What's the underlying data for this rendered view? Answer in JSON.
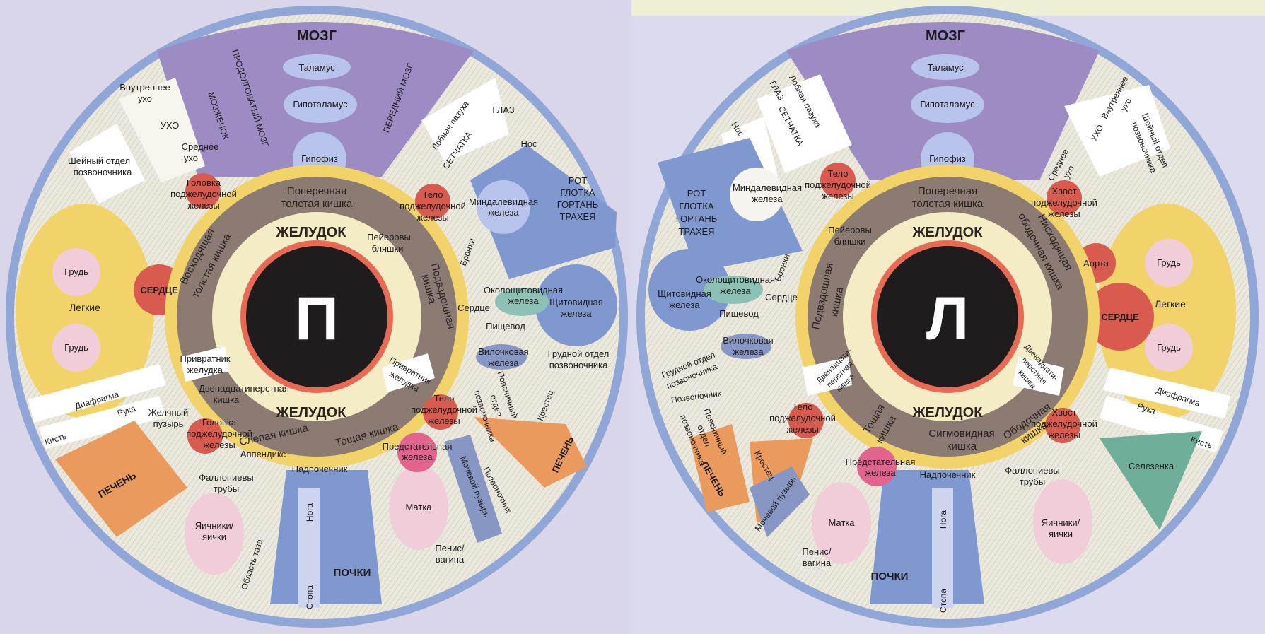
{
  "palette": {
    "background": "#dad8ec",
    "rim": "#8fa6d6",
    "face": "#ecebe2",
    "brain": "#9d8cc4",
    "brain_oval": "#b9c4ec",
    "yellow": "#f1d36a",
    "brown": "#8c7b72",
    "cream": "#f3ecc4",
    "pupil_ring": "#e86a55",
    "pupil": "#1e1c1d",
    "red": "#d95a4e",
    "pink": "#f0cdd8",
    "orange": "#ea9a5c",
    "blue": "#7f98cf",
    "slate": "#8796c2",
    "teal": "#6fae98",
    "light_blue": "#cdd5ee"
  },
  "right_iris": {
    "letter": "П",
    "brain": {
      "title": "МОЗГ",
      "thalamus": "Таламус",
      "hypothalamus": "Гипоталамус",
      "medulla": "ПРОДОЛГОВАТЫЙ МОЗГ",
      "cerebellum": "МОЗЖЕЧОК",
      "forebrain": "ПЕРЕДНИЙ МОЗГ",
      "pituitary": "Гипофиз"
    },
    "inner_ear_1": "Внутреннее",
    "inner_ear_2": "ухо",
    "middle_ear_1": "Среднее",
    "middle_ear_2": "ухо",
    "ear": "УХО",
    "neck_spine_1": "Шейный отдел",
    "neck_spine_2": "позвоночника",
    "sinus": "Лобная пазуха",
    "retina": "СЕТЧАТКА",
    "eye": "ГЛАЗ",
    "nose": "Нос",
    "mouth_1": "РОТ",
    "mouth_2": "ГЛОТКА",
    "mouth_3": "ГОРТАНЬ",
    "mouth_4": "ТРАХЕЯ",
    "tonsil_1": "Миндалевидная",
    "tonsil_2": "железа",
    "bronchi": "Бронхи",
    "parathyroid_1": "Околощитовидная",
    "parathyroid_2": "железа",
    "heart_small": "Сердце",
    "thyroid_1": "Щитовидная",
    "thyroid_2": "железа",
    "esophagus": "Пищевод",
    "thymus_1": "Вилочковая",
    "thymus_2": "железа",
    "chest_spine_1": "Грудной отдел",
    "chest_spine_2": "позвоночника",
    "lumbar_1": "Поясничный",
    "lumbar_2": "отдел",
    "lumbar_3": "позвоночника",
    "sacrum": "Крестец",
    "spine": "Позвоночник",
    "liver_small": "ПЕЧЕНЬ",
    "bladder": "Мочевой пузырь",
    "penis_1": "Пенис/",
    "penis_2": "вагина",
    "uterus": "Матка",
    "prostate_1": "Предстательная",
    "prostate_2": "железа",
    "adrenal": "Надпочечник",
    "kidneys": "ПОЧКИ",
    "leg": "Нога",
    "foot": "Стопа",
    "pelvis": "Область таза",
    "ovaries_1": "Яичники/",
    "ovaries_2": "яички",
    "tubes_1": "Фаллопиевы",
    "tubes_2": "трубы",
    "appendix": "Аппендикс",
    "liver": "ПЕЧЕНЬ",
    "hand": "Кисть",
    "arm": "Рука",
    "diaphragm": "Диафрагма",
    "gall_1": "Желчный",
    "gall_2": "пузырь",
    "pancreas_head_1": "Головка",
    "pancreas_head_2": "поджелудочной",
    "pancreas_head_3": "железы",
    "pancreas_body_1": "Тело",
    "pancreas_body_2": "поджелудочной",
    "pancreas_body_3": "железы",
    "lungs": "Легкие",
    "breast": "Грудь",
    "heart": "СЕРДЦЕ",
    "transverse_1": "Поперечная",
    "transverse_2": "толстая кишка",
    "ascending_1": "Восходящая",
    "ascending_2": "толстая кишка",
    "ileum_1": "Подвздошная",
    "ileum_2": "кишка",
    "blind": "Слепая кишка",
    "jejunum": "Тощая кишка",
    "stomach": "ЖЕЛУДОК",
    "pylorus_1": "Привратник",
    "pylorus_2": "желудка",
    "duodenum_1": "Двенадцатиперстная",
    "duodenum_2": "кишка",
    "peyer_1": "Пейеровы",
    "peyer_2": "бляшки"
  },
  "left_iris": {
    "letter": "Л",
    "brain": {
      "title": "МОЗГ",
      "thalamus": "Таламус",
      "hypothalamus": "Гипоталамус",
      "pituitary": "Гипофиз"
    },
    "eye": "ГЛАЗ",
    "sinus": "Лобная пазуха",
    "nose": "Нос",
    "retina": "СЕТЧАТКА",
    "inner_ear_1": "Внутреннее",
    "inner_ear_2": "ухо",
    "ear": "УХО",
    "middle_ear_1": "Среднее",
    "middle_ear_2": "ухо",
    "neck_spine_1": "Шейный отдел",
    "neck_spine_2": "позвоночника",
    "mouth_1": "РОТ",
    "mouth_2": "ГЛОТКА",
    "mouth_3": "ГОРТАНЬ",
    "mouth_4": "ТРАХЕЯ",
    "tonsil_1": "Миндалевидная",
    "tonsil_2": "железа",
    "pancreas_body_1": "Тело",
    "pancreas_body_2": "поджелудочной",
    "pancreas_body_3": "железы",
    "pancreas_tail_1": "Хвост",
    "pancreas_tail_2": "поджелудочной",
    "pancreas_tail_3": "железы",
    "bronchi": "Бронхи",
    "peyer_1": "Пейеровы",
    "peyer_2": "бляшки",
    "aorta": "Аорта",
    "breast": "Грудь",
    "lungs": "Легкие",
    "heart": "СЕРДЦЕ",
    "thyroid_1": "Щитовидная",
    "thyroid_2": "железа",
    "parathyroid_1": "Околощитовидная",
    "parathyroid_2": "железа",
    "heart_small": "Сердце",
    "esophagus": "Пищевод",
    "thymus_1": "Вилочковая",
    "thymus_2": "железа",
    "chest_spine_1": "Грудной отдел",
    "chest_spine_2": "позвоночника",
    "spine": "Позвоночник",
    "lumbar_1": "Поясничный",
    "lumbar_2": "отдел",
    "lumbar_3": "позвоночника",
    "sacrum": "Крестец",
    "liver": "ПЕЧЕНЬ",
    "bladder": "Мочевой пузырь",
    "uterus": "Матка",
    "penis_1": "Пенис/",
    "penis_2": "вагина",
    "prostate_1": "Предстательная",
    "prostate_2": "железа",
    "adrenal": "Надпочечник",
    "kidneys": "ПОЧКИ",
    "leg": "Нога",
    "foot": "Стопа",
    "tubes_1": "Фаллопиевы",
    "tubes_2": "трубы",
    "ovaries_1": "Яичники/",
    "ovaries_2": "яички",
    "spleen": "Селезенка",
    "hand": "Кисть",
    "arm": "Рука",
    "diaphragm": "Диафрагма",
    "transverse_1": "Поперечная",
    "transverse_2": "толстая кишка",
    "descending_1": "Нисходящая",
    "descending_2": "ободочная кишка",
    "ileum_1": "Подвздошная",
    "ileum_2": "кишка",
    "stomach": "ЖЕЛУДОК",
    "duodenum_1": "Двенадцати-",
    "duodenum_2": "перстная",
    "duodenum_3": "кишка",
    "jejunum_1": "Тощая",
    "jejunum_2": "кишка",
    "sigmoid_1": "Сигмовидная",
    "sigmoid_2": "кишка",
    "colon_1": "Ободочная",
    "colon_2": "кишка"
  }
}
